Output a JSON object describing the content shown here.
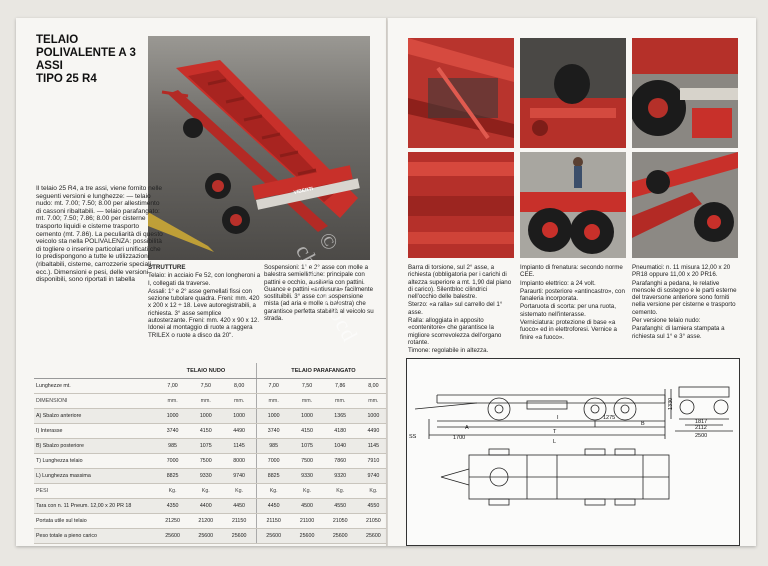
{
  "title": {
    "line1": "TELAIO",
    "line2": "POLIVALENTE A 3 ASSI",
    "line3": "TIPO 25 R4"
  },
  "intro": "Il telaio 25 R4, a tre assi, viene fornito nelle seguenti versioni e lunghezze: — telaio nudo: mt. 7.00; 7.50; 8.00 per allestimento di cassoni ribaltabili. — telaio parafangato: mt. 7.00; 7.50; 7.86; 8.00 per cisterne trasporto liquidi e cisterne trasporto cemento (mt. 7.86). La peculiarità di questo veicolo sta nella POLIVALENZA: possibilità di togliere o inserire particolari unificati che lo predispongono a tutte le utilizzazioni (ribaltabili, cisterne, carrozzerie speciali, ecc.). Dimensioni e pesi, delle versioni disponibili, sono riportati in tabella",
  "brand_plate": "VIBERTI",
  "watermark": "© chartadocd",
  "strutture": {
    "heading": "STRUTTURE",
    "telaio": "Telaio: in acciaio Fe 52, con longheroni a I, collegati da traverse.",
    "assali": "Assali: 1° e 2° asse gemellati fissi con sezione tubolare quadra. Freni: mm. 420 x 200 x 12 ÷ 18. Leve autoregistrabili, a richiesta. 3° asse semplice autosterzante. Freni: mm. 420 x 90 x 12. Idonei al montaggio di ruote a raggera TRILEX o ruote a disco da 20\"."
  },
  "sospensioni": "Sospensioni: 1° e 2° asse con molle a balestra semiellittiche: principale con pattini e occhio, ausiliaria con pattini. Guance e pattini «antiusura» facilmente sostituibili. 3° asse con sospensione mista (ad aria e molle a balestra) che garantisce perfetta stabilità al veicolo su strada.",
  "barra": "Barra di torsione, sul 2° asse, a richiesta (obbligatoria per i carichi di altezza superiore a mt. 1,90 dal piano di carico). Silentbloc cilindrici nell'occhio delle balestre.",
  "sterzo": "Sterzo: «a ralla» sul carrello del 1° asse.",
  "ralla": "Ralla: alloggiata in apposito «contenitore» che garantisce la migliore scorrevolezza dell'organo rotante.",
  "timone": "Timone: regolabile in altezza.",
  "impianto_frenatura": "Impianto di frenatura: secondo norme CEE.",
  "impianto_elettrico": "Impianto elettrico: a 24 volt.",
  "paraurti": "Paraurti: posteriore «antincastro», con fanaleria incorporata.",
  "portaruota": "Portaruota di scorta: per una ruota, sistemato nell'interasse.",
  "verniciatura": "Verniciatura: protezione di base «a fuoco» ed in elettroforesi. Vernice a finire «a fuoco».",
  "pneumatici": "Pneumatici: n. 11 misura 12,00 x 20 PR18 oppure 11,00 x 20 PR16.",
  "parafanghi_pedana": "Parafanghi a pedana, le relative mensole di sostegno e le parti esterne del traversone anteriore sono forniti nella versione per cisterne e trasporto cemento.",
  "versione_nudo": "Per versione telaio nudo:",
  "parafanghi": "Parafanghi: di lamiera stampata a richiesta sul 1° e 3° asse.",
  "table": {
    "group_nudo": "TELAIO NUDO",
    "group_paraf": "TELAIO PARAFANGATO",
    "length_label": "Lunghezze mt.",
    "lengths_nudo": [
      "7,00",
      "7,50",
      "8,00"
    ],
    "lengths_paraf": [
      "7,00",
      "7,50",
      "7,86",
      "8,00"
    ],
    "dim_label": "DIMENSIONI",
    "unit_mm": "mm.",
    "rows": [
      {
        "label": "A) Sbalzo anteriore",
        "nudo": [
          "1000",
          "1000",
          "1000"
        ],
        "paraf": [
          "1000",
          "1000",
          "1365",
          "1000"
        ]
      },
      {
        "label": "I) Interasse",
        "nudo": [
          "3740",
          "4150",
          "4490"
        ],
        "paraf": [
          "3740",
          "4150",
          "4180",
          "4490"
        ]
      },
      {
        "label": "B) Sbalzo posteriore",
        "nudo": [
          "985",
          "1075",
          "1145"
        ],
        "paraf": [
          "985",
          "1075",
          "1040",
          "1145"
        ]
      },
      {
        "label": "T) Lunghezza telaio",
        "nudo": [
          "7000",
          "7500",
          "8000"
        ],
        "paraf": [
          "7000",
          "7500",
          "7860",
          "7910"
        ]
      },
      {
        "label": "L) Lunghezza massima",
        "nudo": [
          "8825",
          "9330",
          "9740"
        ],
        "paraf": [
          "8825",
          "9330",
          "9320",
          "9740"
        ]
      }
    ],
    "pesi_label": "PESI",
    "unit_kg": "Kg.",
    "weights": [
      {
        "label": "Tara con n. 11 Pneum. 12,00 x 20 PR 18",
        "nudo": [
          "4350",
          "4400",
          "4450"
        ],
        "paraf": [
          "4450",
          "4500",
          "4550",
          "4550"
        ]
      },
      {
        "label": "Portata utile sul telaio",
        "nudo": [
          "21250",
          "21200",
          "21150"
        ],
        "paraf": [
          "21150",
          "21100",
          "21050",
          "21050"
        ]
      },
      {
        "label": "Peso totale a pieno carico",
        "nudo": [
          "25600",
          "25600",
          "25600"
        ],
        "paraf": [
          "25600",
          "25600",
          "25600",
          "25600"
        ]
      }
    ]
  },
  "drawing": {
    "dim_ss": "SS",
    "dim_1700": "1700",
    "dim_1275": "1275",
    "dim_a": "A",
    "dim_i": "I",
    "dim_b": "B",
    "dim_t": "T",
    "dim_l": "L",
    "dim_1330": "1330",
    "dim_1817": "1817",
    "dim_2112": "2112",
    "dim_2500": "2500"
  },
  "colors": {
    "trailer_red": "#c8302a",
    "paper": "#f7f6f3",
    "asphalt": "#6c6a66"
  }
}
